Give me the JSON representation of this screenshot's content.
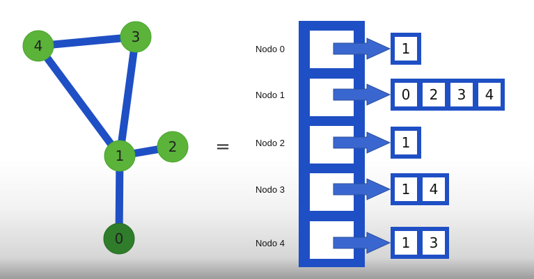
{
  "graph": {
    "nodes": [
      {
        "id": "4",
        "label": "4"
      },
      {
        "id": "3",
        "label": "3"
      },
      {
        "id": "1",
        "label": "1"
      },
      {
        "id": "2",
        "label": "2"
      },
      {
        "id": "0",
        "label": "0"
      }
    ],
    "edges": [
      [
        "4",
        "3"
      ],
      [
        "4",
        "1"
      ],
      [
        "3",
        "1"
      ],
      [
        "1",
        "2"
      ],
      [
        "1",
        "0"
      ]
    ]
  },
  "equals_sign": "=",
  "adjacency": [
    {
      "label": "Nodo 0",
      "neighbors": [
        "1"
      ]
    },
    {
      "label": "Nodo 1",
      "neighbors": [
        "0",
        "2",
        "3",
        "4"
      ]
    },
    {
      "label": "Nodo 2",
      "neighbors": [
        "1"
      ]
    },
    {
      "label": "Nodo 3",
      "neighbors": [
        "1",
        "4"
      ]
    },
    {
      "label": "Nodo 4",
      "neighbors": [
        "1",
        "3"
      ]
    }
  ],
  "colors": {
    "edge": "#1f4fc4",
    "node": "#5bb33a",
    "node_dark": "#2f7d2a",
    "node_border": "#4aa52e",
    "array_blue": "#1f4fc4",
    "arrow_fill": "#3a67cf",
    "arrow_stroke": "#2a4f9c"
  }
}
